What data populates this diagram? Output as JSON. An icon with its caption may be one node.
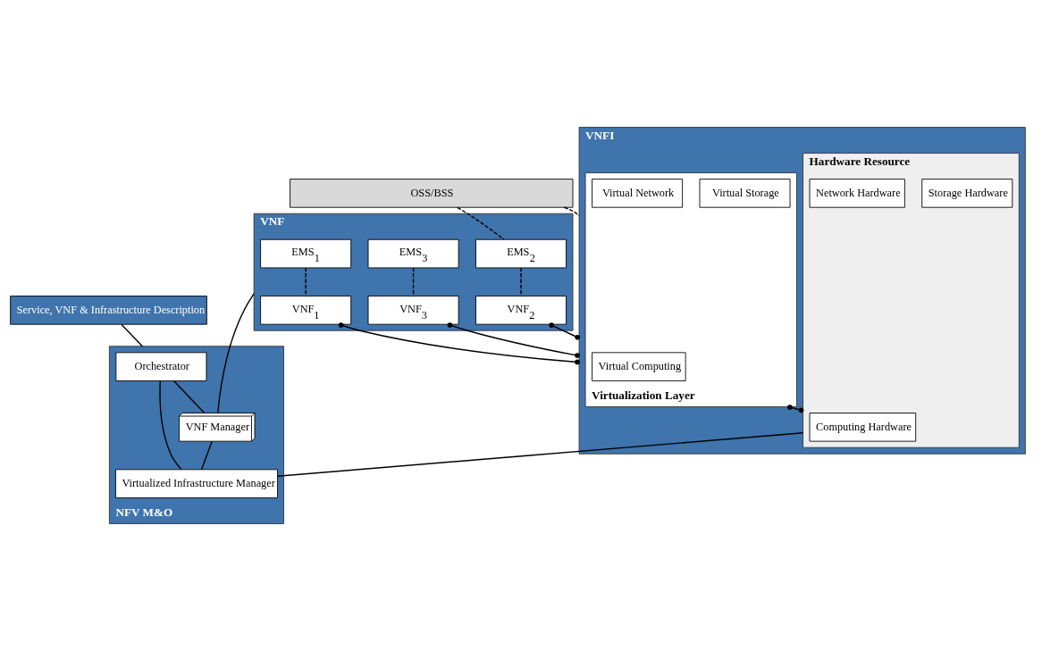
{
  "diagram": {
    "nodes": [
      {
        "text": [
          "OSS/BSS"
        ]
      },
      {
        "text": [
          "Service, VNF & Infrastructure Description"
        ]
      },
      {
        "text": [
          "NFV M&O"
        ]
      },
      {
        "text": [
          "Orchestrator"
        ],
        "in": 2
      },
      {
        "text": [
          "VNF Manager"
        ],
        "in": 2
      },
      {
        "text": [
          "Virtualized Infrastructure Manager"
        ],
        "in": 2
      },
      {
        "text": [
          "VNF"
        ]
      },
      {
        "text": [
          "EMS$_{1}$"
        ],
        "in": 6
      },
      {
        "text": [
          "VNF$_{1}$"
        ],
        "in": 6
      },
      {
        "text": [
          "EMS$_{2}$"
        ],
        "in": 6
      },
      {
        "text": [
          "VNF$_{2}$"
        ],
        "in": 6
      },
      {
        "text": [
          "EMS$_{3}$"
        ],
        "in": 6
      },
      {
        "text": [
          "VNF$_{3}$"
        ],
        "in": 6
      },
      {
        "text": [
          "VNFI"
        ]
      },
      {
        "text": [
          "Virtualization Layer"
        ],
        "in": 13
      },
      {
        "text": [
          "Virtual Computing"
        ],
        "in": 14
      },
      {
        "text": [
          "Virtual Storage"
        ],
        "in": 14
      },
      {
        "text": [
          "Virtual Network"
        ],
        "in": 14
      },
      {
        "text": [
          "Hardware Resource"
        ],
        "in": 13
      },
      {
        "text": [
          "Computing Hardware"
        ],
        "in": 18
      },
      {
        "text": [
          "Storage Hardware"
        ],
        "in": 18
      },
      {
        "text": [
          "Network Hardware"
        ],
        "in": 18
      }
    ],
    "edges": [
      {
        "from": 0,
        "to": 13,
        "arrow": "none",
        "style": "dashed"
      },
      {
        "from": 0,
        "to": 9,
        "arrow": "none",
        "style": "dashed"
      },
      {
        "from": 7,
        "to": 8,
        "arrow": "none",
        "style": "dashed"
      },
      {
        "from": 9,
        "to": 10,
        "arrow": "none",
        "style": "dashed"
      },
      {
        "from": 11,
        "to": 12,
        "arrow": "none",
        "style": "dashed"
      },
      {
        "from": 8,
        "to": 13,
        "arrow": "other"
      },
      {
        "from": 10,
        "to": 13,
        "arrow": "other"
      },
      {
        "from": 12,
        "to": 13,
        "arrow": "other"
      },
      {
        "from": 14,
        "to": 18,
        "arrow": "other"
      },
      {
        "from": 1,
        "to": 2,
        "arrow": "none"
      },
      {
        "from": 3,
        "to": 4,
        "arrow": "none"
      },
      {
        "from": 6,
        "to": 4,
        "arrow": "none"
      },
      {
        "from": 4,
        "to": 5,
        "arrow": "none"
      },
      {
        "from": 3,
        "to": 5,
        "arrow": "none"
      },
      {
        "from": 18,
        "to": 5,
        "arrow": "none"
      }
    ]
  }
}
